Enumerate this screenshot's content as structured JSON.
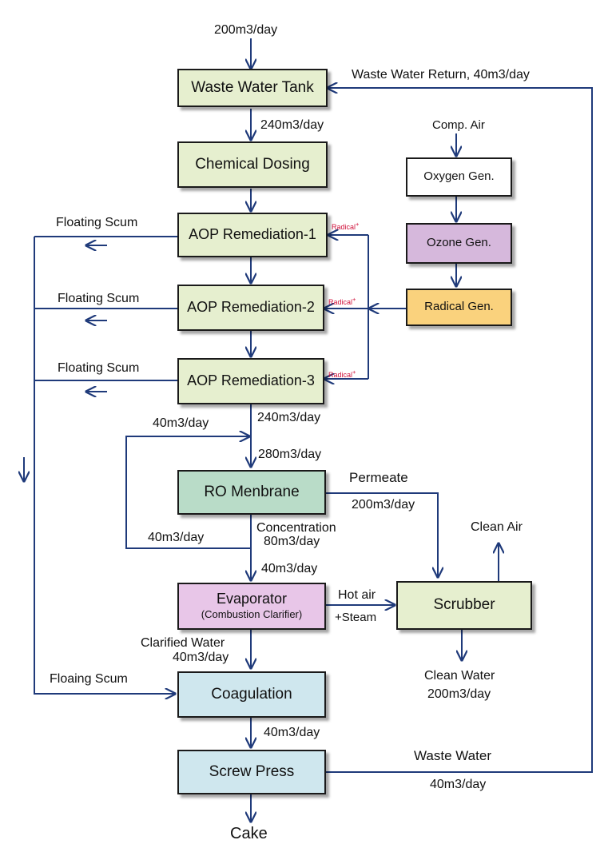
{
  "colors": {
    "line": "#1f3a7a",
    "radical_text": "#d0103a",
    "process_box": "#e6efcf",
    "membrane_box": "#b9dcc8",
    "evaporator_box": "#e8c6e8",
    "coagulation_box": "#cfe7ee",
    "oxygen_box": "#ffffff",
    "ozone_box": "#d6b8dc",
    "radical_box": "#fad27d"
  },
  "nodes": {
    "waste_water_tank": "Waste Water Tank",
    "chemical_dosing": "Chemical Dosing",
    "aop_1": "AOP Remediation-1",
    "aop_2": "AOP Remediation-2",
    "aop_3": "AOP Remediation-3",
    "ro_membrane": "RO Menbrane",
    "evaporator": "Evaporator",
    "evaporator_sub": "(Combustion Clarifier)",
    "coagulation": "Coagulation",
    "screw_press": "Screw Press",
    "oxygen_gen": "Oxygen Gen.",
    "ozone_gen": "Ozone Gen.",
    "radical_gen": "Radical Gen.",
    "scrubber": "Scrubber"
  },
  "labels": {
    "inflow": "200m3/day",
    "return": "Waste Water Return, 40m3/day",
    "tank_out": "240m3/day",
    "comp_air": "Comp. Air",
    "floating_scum_1": "Floating Scum",
    "floating_scum_2": "Floating Scum",
    "floating_scum_3": "Floating Scum",
    "radical_1": "Radical",
    "radical_2": "Radical",
    "radical_3": "Radical",
    "radical_sup": "+",
    "recycle_top": "40m3/day",
    "aop_out": "240m3/day",
    "ro_in": "280m3/day",
    "permeate": "Permeate",
    "permeate_flow": "200m3/day",
    "recycle_bottom": "40m3/day",
    "concentration": "Concentration",
    "concentration_flow": "80m3/day",
    "evap_in": "40m3/day",
    "hot_air": "Hot air",
    "steam": "+Steam",
    "clean_air": "Clean Air",
    "clarified_water": "Clarified Water",
    "clarified_flow": "40m3/day",
    "clean_water": "Clean Water",
    "clean_water_flow": "200m3/day",
    "floaing_scum": "Floaing Scum",
    "coag_out": "40m3/day",
    "waste_water": "Waste Water",
    "waste_water_flow": "40m3/day",
    "cake": "Cake"
  }
}
